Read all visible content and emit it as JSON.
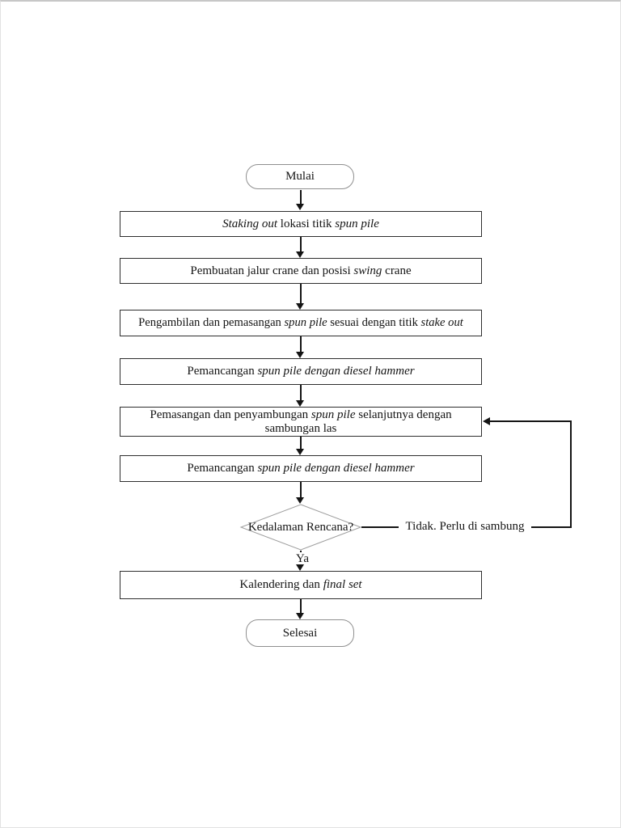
{
  "colors": {
    "line": "#141414",
    "box_border": "#2e2e2e",
    "terminator_border": "#8f8f8f",
    "diamond_border": "#9e9e9e",
    "page_background": "#ffffff"
  },
  "flowchart": {
    "start": {
      "label": "Mulai"
    },
    "steps": [
      {
        "name": "staking-out",
        "segments": [
          {
            "text": "Staking out",
            "italic": true
          },
          {
            "text": " lokasi titik ",
            "italic": false
          },
          {
            "text": "spun pile",
            "italic": true
          }
        ]
      },
      {
        "name": "jalur-crane",
        "segments": [
          {
            "text": "Pembuatan jalur crane dan posisi ",
            "italic": false
          },
          {
            "text": "swing",
            "italic": true
          },
          {
            "text": " crane",
            "italic": false
          }
        ]
      },
      {
        "name": "pengambilan-pemasangan",
        "segments": [
          {
            "text": "Pengambilan dan pemasangan ",
            "italic": false
          },
          {
            "text": "spun pile",
            "italic": true
          },
          {
            "text": " sesuai dengan titik ",
            "italic": false
          },
          {
            "text": "stake out",
            "italic": true
          }
        ]
      },
      {
        "name": "pemancangan-1",
        "segments": [
          {
            "text": "Pemancangan ",
            "italic": false
          },
          {
            "text": "spun pile dengan diesel hammer",
            "italic": true
          }
        ]
      },
      {
        "name": "penyambungan",
        "segments": [
          {
            "text": "Pemasangan dan penyambungan ",
            "italic": false
          },
          {
            "text": "spun pile",
            "italic": true
          },
          {
            "text": " selanjutnya dengan",
            "italic": false
          },
          {
            "br": true
          },
          {
            "text": "sambungan las",
            "italic": false
          }
        ]
      },
      {
        "name": "pemancangan-2",
        "segments": [
          {
            "text": "Pemancangan ",
            "italic": false
          },
          {
            "text": "spun pile dengan diesel hammer",
            "italic": true
          }
        ]
      },
      {
        "name": "kalendering",
        "segments": [
          {
            "text": "Kalendering dan ",
            "italic": false
          },
          {
            "text": "final set",
            "italic": true
          }
        ]
      }
    ],
    "decision": {
      "label": "Kedalaman Rencana?"
    },
    "decision_no_label": "Tidak. Perlu di sambung",
    "decision_yes_label": "Ya",
    "end": {
      "label": "Selesai"
    }
  }
}
